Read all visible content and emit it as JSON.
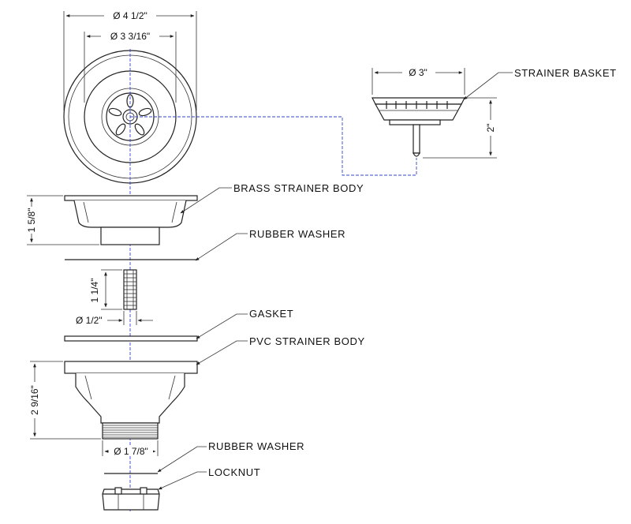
{
  "callouts": {
    "strainer_basket": "STRAINER BASKET",
    "brass_strainer_body": "BRASS STRAINER BODY",
    "rubber_washer_top": "RUBBER WASHER",
    "gasket": "GASKET",
    "pvc_strainer_body": "PVC STRAINER BODY",
    "rubber_washer_bottom": "RUBBER WASHER",
    "locknut": "LOCKNUT"
  },
  "dimensions": {
    "outer_diameter": "Ø 4 1/2\"",
    "inner_diameter": "Ø 3 3/16\"",
    "basket_diameter": "Ø 3\"",
    "basket_height": "2\"",
    "brass_body_height": "1 5/8\"",
    "tube_height": "1 1/4\"",
    "tube_diameter": "Ø 1/2\"",
    "pvc_body_height": "2 9/16\"",
    "thread_diameter": "Ø 1 7/8\""
  },
  "colors": {
    "line": "#222222",
    "centerline": "#3344cc",
    "background": "#ffffff"
  }
}
